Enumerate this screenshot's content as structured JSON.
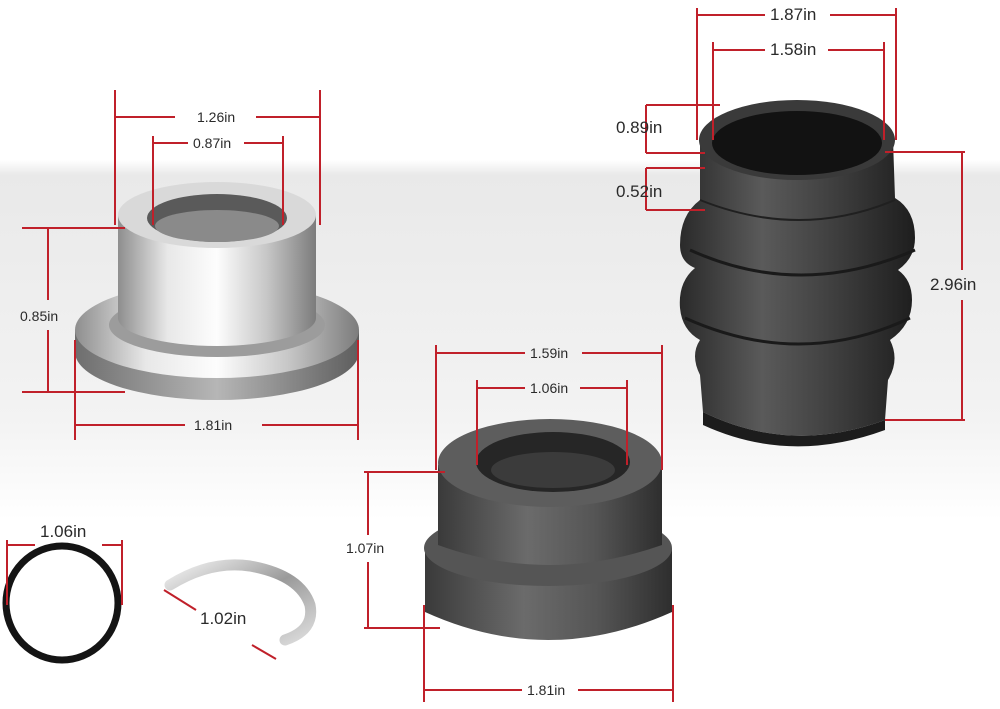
{
  "parts": {
    "steel_sleeve": {
      "outer_top": "1.26in",
      "inner_top": "0.87in",
      "height": "0.85in",
      "flange": "1.81in"
    },
    "rubber_boot": {
      "outer_top": "1.87in",
      "inner_top": "1.58in",
      "lip_depth": "0.89in",
      "lip_gap": "0.52in",
      "height": "2.96in"
    },
    "bushing": {
      "outer_top": "1.59in",
      "inner_top": "1.06in",
      "height": "1.07in",
      "flange": "1.81in"
    },
    "o_ring": {
      "diameter": "1.06in"
    },
    "snap_ring": {
      "diameter": "1.02in"
    }
  },
  "colors": {
    "dimension_line": "#c0202a",
    "text": "#2a2a2a"
  }
}
